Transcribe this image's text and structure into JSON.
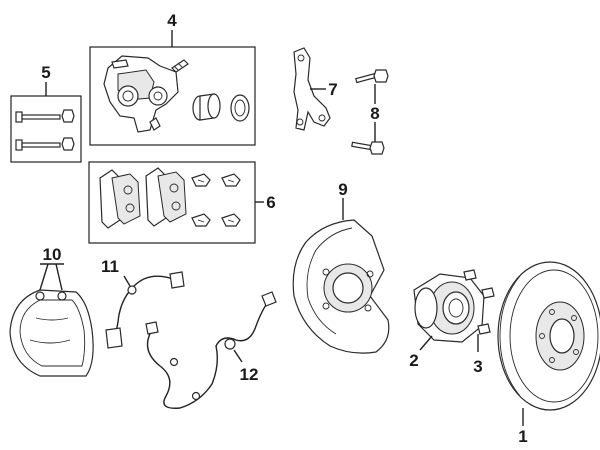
{
  "callouts": {
    "c1": "1",
    "c2": "2",
    "c3": "3",
    "c4": "4",
    "c5": "5",
    "c6": "6",
    "c7": "7",
    "c8": "8",
    "c9": "9",
    "c10": "10",
    "c11": "11",
    "c12": "12"
  },
  "icons": {
    "rotor": "brake-rotor-icon",
    "hub": "hub-bearing-icon",
    "caliper": "caliper-icon",
    "pads": "brake-pad-icon",
    "shield": "splash-shield-icon",
    "shoes": "parking-brake-shoe-icon",
    "hose": "brake-hose-icon",
    "sensor": "abs-sensor-icon"
  }
}
